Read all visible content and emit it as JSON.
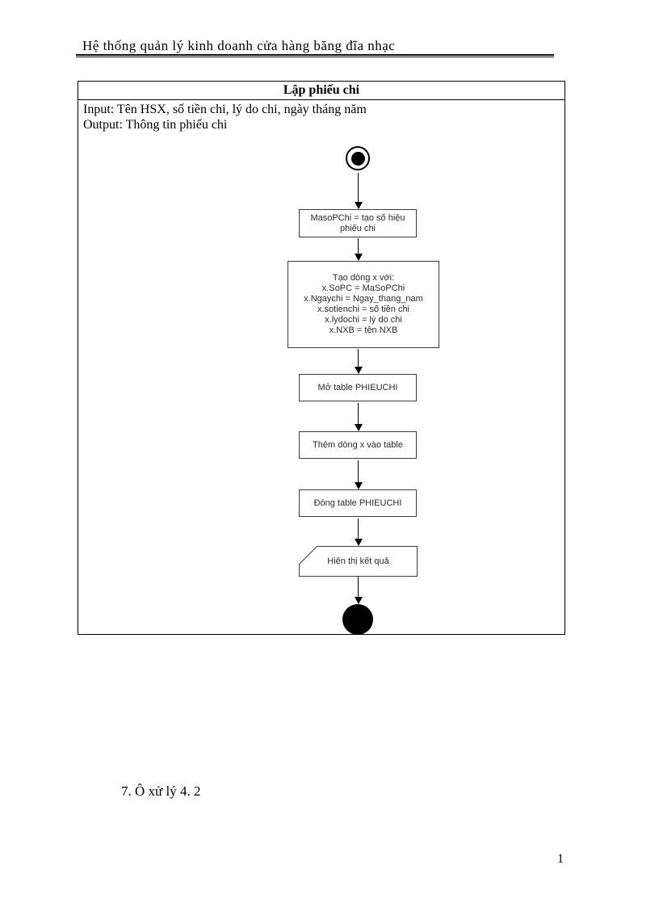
{
  "page": {
    "header_title": "Hệ thống quản lý kinh doanh cửa hàng băng đĩa nhạc",
    "footer_note": "7. Ô xử lý 4. 2",
    "page_number": "1"
  },
  "diagram": {
    "title": "Lập phiếu chi",
    "io": {
      "input": "Input: Tên HSX, số tiền chi, lý do chi, ngày tháng năm",
      "output": "Output: Thông tin phiếu chi"
    },
    "nodes": {
      "start_icon": "initial-node",
      "step1": "MasoPChi = tạo số hiệu phiếu chi",
      "step2_lines": [
        "Tạo dòng x với:",
        "x.SoPC = MaSoPChi",
        "x.Ngaychi = Ngay_thang_nam",
        "x.sotienchi = số tiền chi",
        "x.lydochi = lý do chi",
        "x.NXB = tên NXB"
      ],
      "step3": "Mở table PHIEUCHI",
      "step4": "Thêm dòng x vào table",
      "step5": "Đóng table PHIEUCHI",
      "step6": "Hiên thị kết quả",
      "end_icon": "final-node"
    },
    "colors": {
      "ink": "#000000",
      "box_border": "#3c3c3c",
      "background": "#ffffff"
    }
  }
}
